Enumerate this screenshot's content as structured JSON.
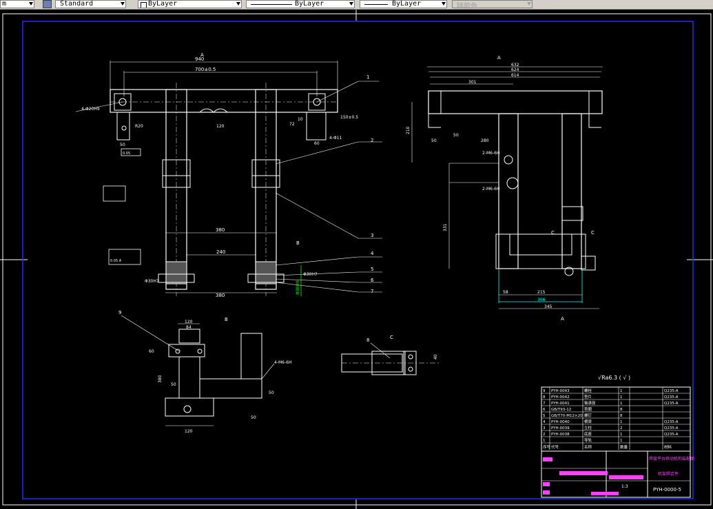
{
  "toolbar": {
    "layer_label": "m",
    "text_style": "Standard",
    "layer": "ByLayer",
    "linetype": "ByLayer",
    "lineweight": "ByLayer",
    "color": "随颜色"
  },
  "drawing": {
    "front_view": {
      "top_label": "A",
      "dims_top": [
        "940",
        "700±0.5"
      ],
      "dims_side": [
        "50",
        "60",
        "72",
        "10",
        "150±0.5",
        "120",
        "R20"
      ],
      "hole_note": "4-Φ20H9",
      "thread_note": "4-Φ11",
      "dims_bottom": [
        "380",
        "240",
        "380"
      ],
      "part_numbers": [
        "1",
        "2",
        "3",
        "4",
        "5",
        "6",
        "7"
      ],
      "section_mark": "B",
      "tol_label_1": "0.05",
      "tol_label_2": "0.05 A",
      "fit_left": "Φ30H7",
      "fit_right": "Φ30H7",
      "green_dim": "Φ30H9"
    },
    "side_view": {
      "top_label": "A",
      "dims_top": [
        "632",
        "624",
        "614",
        "301"
      ],
      "dims_left": [
        "210",
        "50",
        "50",
        "280"
      ],
      "dims_mid": [
        "2-M6-6H",
        "2-M6-6H"
      ],
      "dims_bottom": [
        "58",
        "215",
        "306",
        "345"
      ],
      "dim_vertical": "331",
      "section_c": "C",
      "bottom_label": "A"
    },
    "detail_b": {
      "label": "B",
      "part": "9",
      "dims": [
        "120",
        "84",
        "60",
        "380",
        "50",
        "120",
        "4-M6-6H",
        "50",
        "50"
      ]
    },
    "detail_c": {
      "label": "C",
      "part": "8",
      "dim": "40"
    },
    "surface_finish": "√Ra6.3  ( √ )",
    "bom": {
      "rows": [
        [
          "9",
          "PYH-0043",
          "螺栓",
          "1",
          "Q235-A"
        ],
        [
          "8",
          "PYH-0042",
          "垫片",
          "1",
          "Q235-A"
        ],
        [
          "7",
          "PYH-0041",
          "轴承座",
          "1",
          "Q235-A"
        ],
        [
          "6",
          "GB/T93-12",
          "垫圈",
          "8",
          ""
        ],
        [
          "5",
          "GB/T70-M12×20",
          "螺钉",
          "8",
          ""
        ],
        [
          "4",
          "PYH-0040",
          "横梁",
          "1",
          "Q235-A"
        ],
        [
          "3",
          "PYH-0039",
          "立柱",
          "2",
          "Q235-A"
        ],
        [
          "2",
          "PYH-0038",
          "底座",
          "1",
          "Q235-A"
        ],
        [
          "1",
          "",
          "导轨",
          "1",
          ""
        ]
      ],
      "header": [
        "序号",
        "代号",
        "名称",
        "数量",
        "材料"
      ]
    },
    "title_block": {
      "school": "焊接平台移动机构装配图",
      "part_title": "机架焊合件",
      "drawing_no": "PYH-0000-5",
      "scale": "1:3"
    }
  }
}
